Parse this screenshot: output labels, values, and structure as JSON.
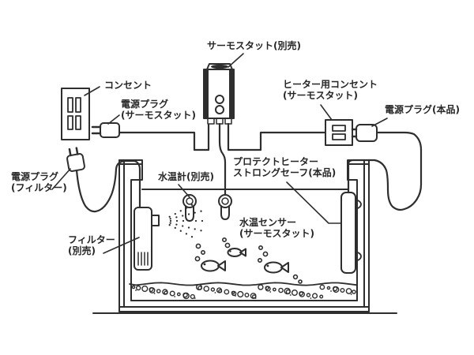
{
  "labels": {
    "thermostat": "サーモスタット(別売)",
    "outlet": "コンセント",
    "plug_thermostat": "電源プラグ\n(サーモスタット)",
    "heater_outlet": "ヒーター用コンセント\n(サーモスタット)",
    "plug_product": "電源プラグ(本品)",
    "plug_filter": "電源プラグ\n(フィルター)",
    "thermometer": "水温計(別売)",
    "protect_heater": "プロテクトヒーター\nストロングセーフ(本品)",
    "water_sensor": "水温センサー\n(サーモスタット)",
    "filter": "フィルター\n(別売)"
  },
  "colors": {
    "line": "#2e2e2e",
    "text": "#262626",
    "background": "#ffffff"
  }
}
